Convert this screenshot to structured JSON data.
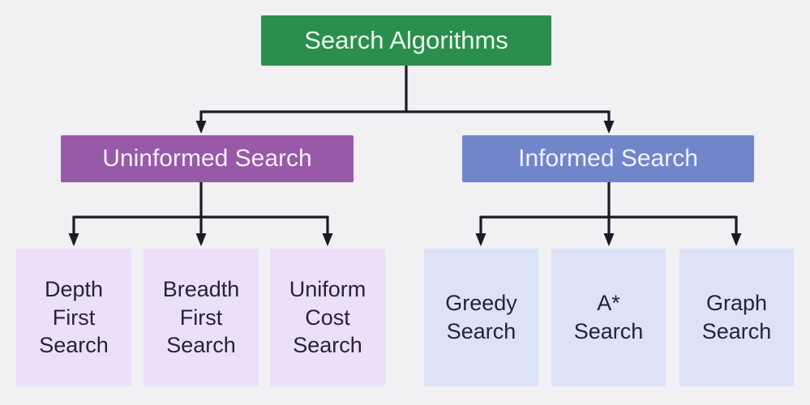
{
  "diagram": {
    "title": "Search Algorithms hierarchy",
    "background_color": "#f1f0f2",
    "connector_color": "#1c1a26",
    "root": {
      "label": "Search Algorithms",
      "color": "#2a8f4c",
      "text_color": "#edf6ee"
    },
    "branches": [
      {
        "label": "Uninformed Search",
        "color": "#9859a8",
        "text_color": "#f4eff7",
        "children_color": "#ebdffa",
        "children": [
          {
            "label": "Depth\nFirst\nSearch"
          },
          {
            "label": "Breadth\nFirst\nSearch"
          },
          {
            "label": "Uniform\nCost\nSearch"
          }
        ]
      },
      {
        "label": "Informed Search",
        "color": "#7186ca",
        "text_color": "#f0f2fa",
        "children_color": "#dce2f7",
        "children": [
          {
            "label": "Greedy\nSearch"
          },
          {
            "label": "A*\nSearch"
          },
          {
            "label": "Graph\nSearch"
          }
        ]
      }
    ]
  }
}
